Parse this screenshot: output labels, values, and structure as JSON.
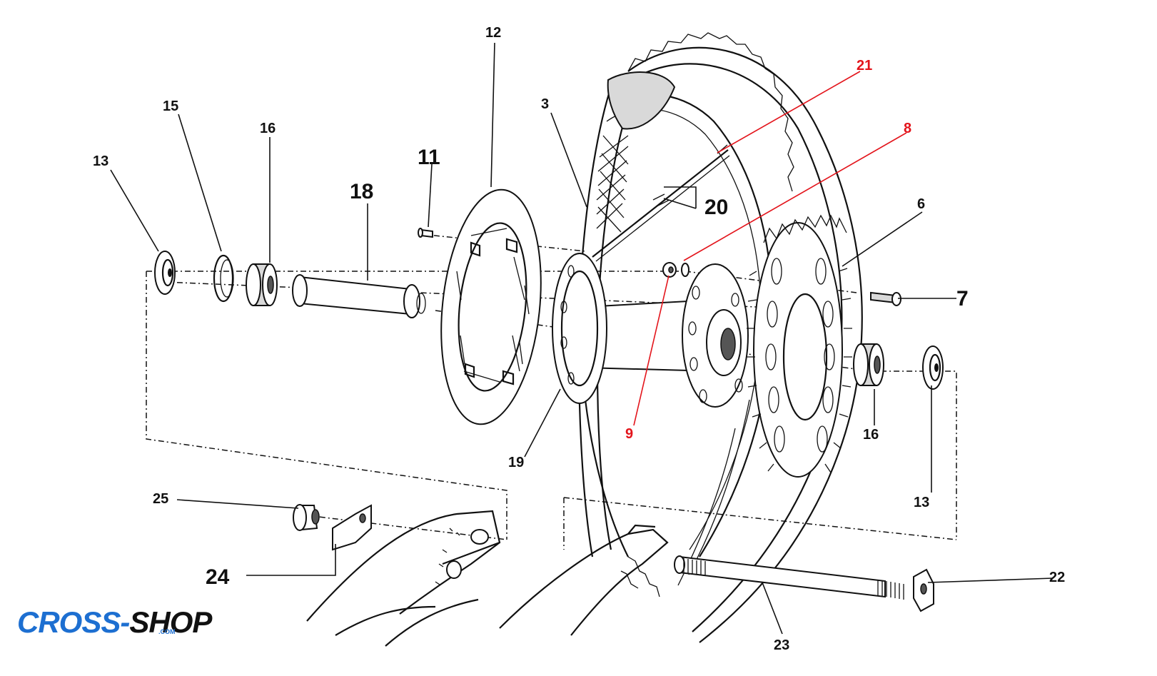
{
  "diagram": {
    "parts": [
      {
        "id": "p13a",
        "label": "13",
        "color": "black"
      },
      {
        "id": "p15",
        "label": "15",
        "color": "black"
      },
      {
        "id": "p16a",
        "label": "16",
        "color": "black"
      },
      {
        "id": "p18",
        "label": "18",
        "color": "black",
        "size": "big"
      },
      {
        "id": "p11",
        "label": "11",
        "color": "black",
        "size": "big"
      },
      {
        "id": "p12",
        "label": "12",
        "color": "black"
      },
      {
        "id": "p3",
        "label": "3",
        "color": "black"
      },
      {
        "id": "p21",
        "label": "21",
        "color": "red"
      },
      {
        "id": "p8",
        "label": "8",
        "color": "red"
      },
      {
        "id": "p20",
        "label": "20",
        "color": "black",
        "size": "big"
      },
      {
        "id": "p6",
        "label": "6",
        "color": "black"
      },
      {
        "id": "p7",
        "label": "7",
        "color": "black",
        "size": "big"
      },
      {
        "id": "p9",
        "label": "9",
        "color": "red"
      },
      {
        "id": "p19",
        "label": "19",
        "color": "black"
      },
      {
        "id": "p16b",
        "label": "16",
        "color": "black"
      },
      {
        "id": "p13b",
        "label": "13",
        "color": "black"
      },
      {
        "id": "p25",
        "label": "25",
        "color": "black"
      },
      {
        "id": "p24",
        "label": "24",
        "color": "black",
        "size": "big"
      },
      {
        "id": "p22",
        "label": "22",
        "color": "black"
      },
      {
        "id": "p23",
        "label": "23",
        "color": "black"
      }
    ],
    "colors": {
      "highlight": "#e3141b",
      "ink": "#111111",
      "brand": "#1d6fd1"
    }
  },
  "logo": {
    "main": "CROSS",
    "separator": "-",
    "second": "SHOP",
    "suffix": ".COM"
  }
}
